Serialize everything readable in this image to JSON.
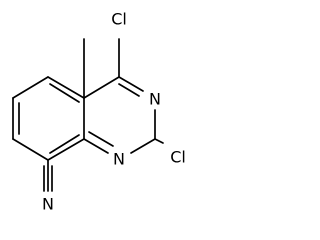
{
  "molecule": {
    "atoms": {
      "cl_top": "Cl",
      "n_upper": "N",
      "cl_right": "Cl",
      "n_lower": "N",
      "n_nitrile": "N"
    },
    "colors": {
      "ink": "#000000",
      "background": "#ffffff"
    }
  }
}
